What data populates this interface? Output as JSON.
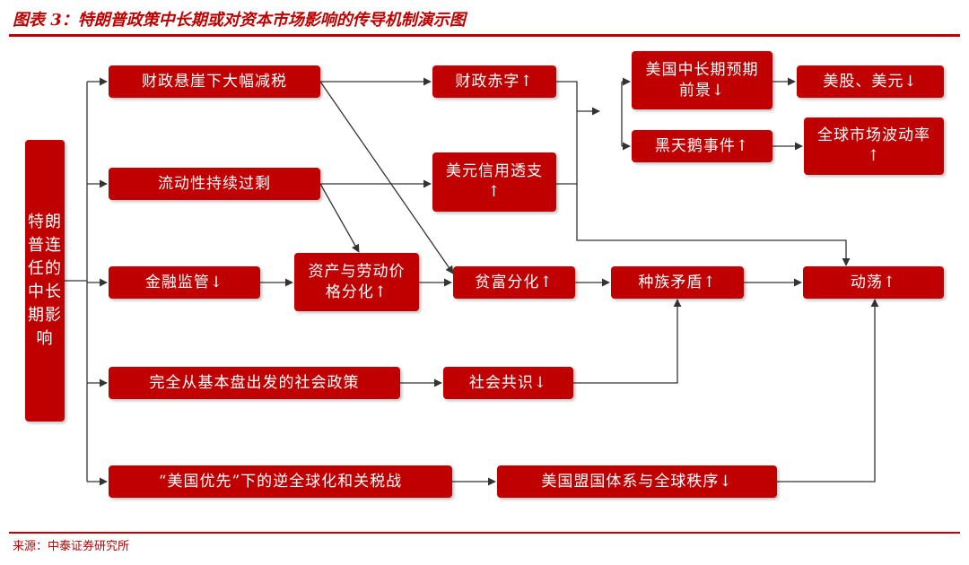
{
  "title": "图表 3：特朗普政策中长期或对资本市场影响的传导机制演示图",
  "source": "来源：中泰证券研究所",
  "colors": {
    "accent": "#c00000",
    "line": "#333333"
  },
  "nodes": {
    "root": "特朗普连任的中长期影响",
    "fiscal_cliff": "财政悬崖下大幅减税",
    "fiscal_deficit": "财政赤字↑",
    "us_outlook": "美国中长期预期前景↓",
    "stocks_usd": "美股、美元↓",
    "black_swan": "黑天鹅事件↑",
    "volatility": "全球市场波动率↑",
    "liquidity": "流动性持续过剩",
    "usd_credit": "美元信用透支↑",
    "regulation": "金融监管↓",
    "asset_labor": "资产与劳动价格分化↑",
    "wealth_gap": "贫富分化↑",
    "ethnic_conflict": "种族矛盾↑",
    "turmoil": "动荡↑",
    "social_policy": "完全从基本盘出发的社会政策",
    "social_consensus": "社会共识↓",
    "america_first": "“美国优先”下的逆全球化和关税战",
    "alliance": "美国盟国体系与全球秩序↓"
  }
}
